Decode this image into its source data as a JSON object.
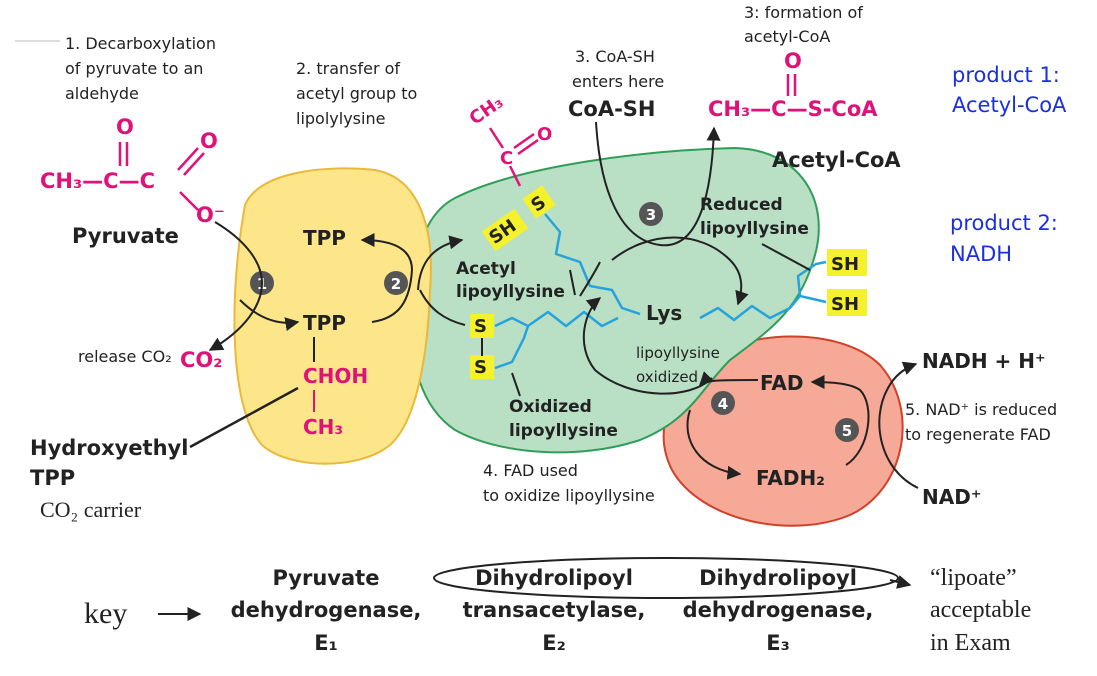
{
  "notes": {
    "decarboxylation": [
      "1. Decarboxylation",
      "of pyruvate to an",
      "aldehyde"
    ],
    "transfer": [
      "2. transfer of",
      "acetyl group to",
      "lipolylysine"
    ],
    "coa_enters": [
      "3. CoA-SH",
      "enters here"
    ],
    "formation": [
      "3: formation of",
      "acetyl-CoA"
    ],
    "fad_used": [
      "4. FAD used",
      "to oxidize lipoyllysine"
    ],
    "nad_reduced": [
      "5. NAD⁺ is reduced",
      "to regenerate FAD"
    ],
    "release_co2": "release CO₂"
  },
  "products": {
    "p1": [
      "product 1:",
      "Acetyl-CoA"
    ],
    "p2": [
      "product 2:",
      "NADH"
    ]
  },
  "molecules": {
    "pyruvate_label": "Pyruvate",
    "pyruvate_left": "CH₃—C—C",
    "oxygen": "O",
    "o_minus": "O⁻",
    "co2": "CO₂",
    "hydroxyethyl": [
      "Hydroxyethyl",
      "TPP"
    ],
    "co2_carrier": "CO₂ carrier",
    "tpp_top": "TPP",
    "tpp_bottom": "TPP",
    "choh": "CHOH",
    "ch3": "CH₃",
    "coash": "CoA-SH",
    "acetylcoa_formula": "CH₃—C—S-CoA",
    "acetylcoa_label": "Acetyl-CoA",
    "acetyl_ch3": "CH₃",
    "acetyl_c": "C",
    "acetyl_o": "O",
    "sh": "SH",
    "s": "S",
    "acetyl_lipoyllysine": [
      "Acetyl",
      "lipoyllysine"
    ],
    "oxidized_lipoyllysine": [
      "Oxidized",
      "lipoyllysine"
    ],
    "reduced_lipoyllysine": [
      "Reduced",
      "lipoyllysine"
    ],
    "lys": "Lys",
    "lipoyllysine_oxidized": [
      "lipoyllysine",
      "oxidized"
    ],
    "fad": "FAD",
    "fadh2": "FADH₂",
    "nadh": "NADH + H⁺",
    "nad": "NAD⁺"
  },
  "steps": [
    "1",
    "2",
    "3",
    "4",
    "5"
  ],
  "key": {
    "label": "key",
    "e1": [
      "Pyruvate",
      "dehydrogenase,",
      "E₁"
    ],
    "e2": [
      "Dihydrolipoyl",
      "transacetylase,",
      "E₂"
    ],
    "e3": [
      "Dihydrolipoyl",
      "dehydrogenase,",
      "E₃"
    ],
    "lipoate_note": [
      "“lipoate”",
      "acceptable",
      "in Exam"
    ]
  },
  "colors": {
    "e1_fill": "#fde58a",
    "e1_stroke": "#e8b93a",
    "e2_fill": "#b9dfc4",
    "e2_stroke": "#2f9e59",
    "e3_fill": "#f6a996",
    "e3_stroke": "#d0402a",
    "magenta": "#e0127a",
    "blue_text": "#1a2fe0",
    "chain": "#27a3dc",
    "sulfur_box": "#f5f22c"
  }
}
